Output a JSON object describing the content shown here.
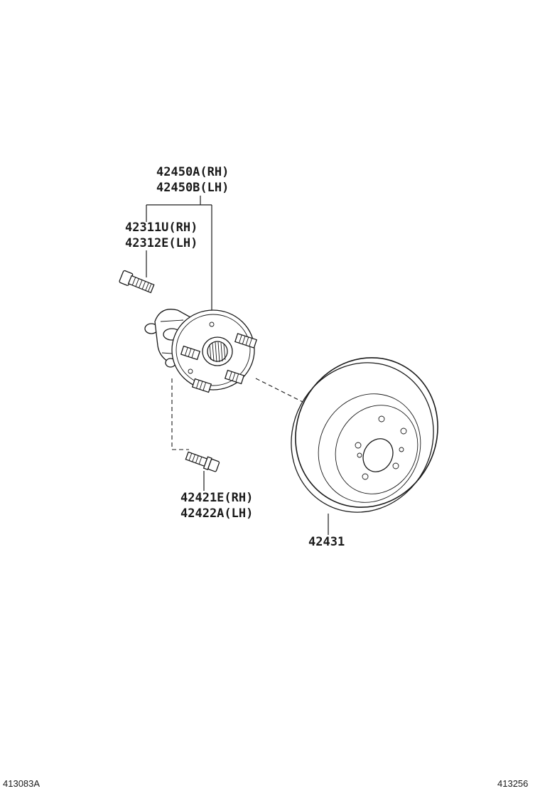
{
  "labels": {
    "hub_rh": "42450A(RH)",
    "hub_lh": "42450B(LH)",
    "stud_rh": "42311U(RH)",
    "stud_lh": "42312E(LH)",
    "bolt_rh": "42421E(RH)",
    "bolt_lh": "42422A(LH)",
    "disc": "42431"
  },
  "footer": {
    "left_code": "413083A",
    "right_code": "413256"
  }
}
